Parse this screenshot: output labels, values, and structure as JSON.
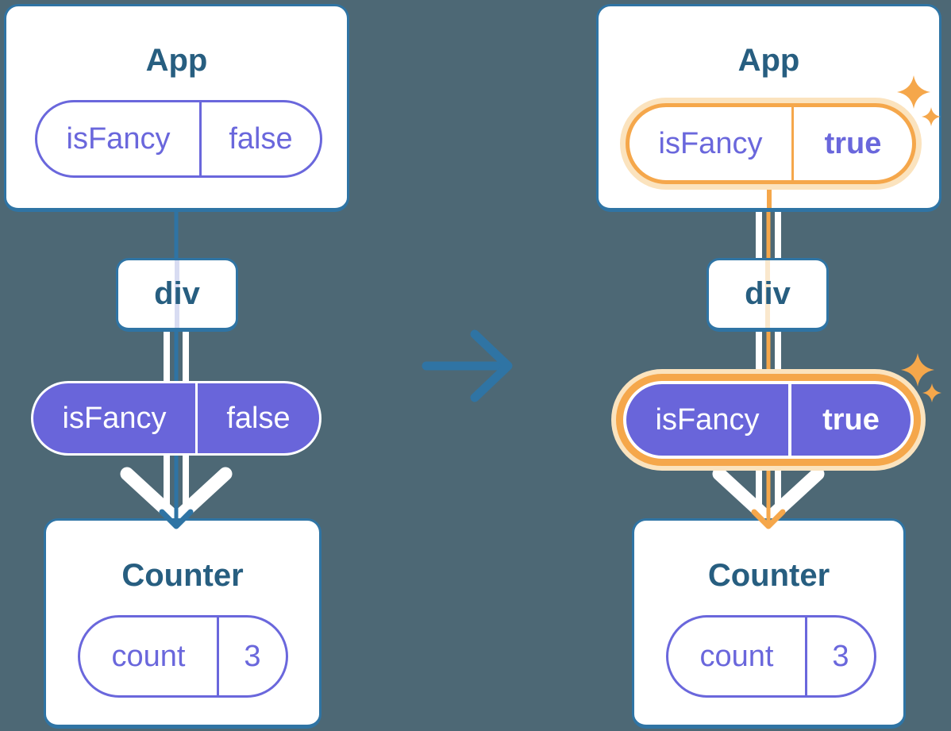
{
  "diagram_title": "Props passing down a component tree (before and after isFancy changes)",
  "palette": {
    "background": "#4D6875",
    "card_border_blue": "#2F74A4",
    "title_text": "#275E80",
    "purple_outline": "#6A67DC",
    "purple_fill": "#6965DA",
    "highlight_orange": "#F5A74B",
    "highlight_orange_light": "#FBE3BE",
    "faded_line_peach": "#FAE8CD",
    "faded_line_lavender": "#D8DCF2",
    "pipe_white": "#FFFFFF"
  },
  "before": {
    "app": {
      "title": "App",
      "prop_name": "isFancy",
      "prop_value": "false"
    },
    "div": {
      "title": "div"
    },
    "passed_prop": {
      "name": "isFancy",
      "value": "false"
    },
    "counter": {
      "title": "Counter",
      "state_name": "count",
      "state_value": "3"
    }
  },
  "after": {
    "app": {
      "title": "App",
      "prop_name": "isFancy",
      "prop_value": "true"
    },
    "div": {
      "title": "div"
    },
    "passed_prop": {
      "name": "isFancy",
      "value": "true"
    },
    "counter": {
      "title": "Counter",
      "state_name": "count",
      "state_value": "3"
    }
  },
  "icons": {
    "transition_arrow": "right-arrow",
    "sparkles": "four-point-sparkles"
  }
}
